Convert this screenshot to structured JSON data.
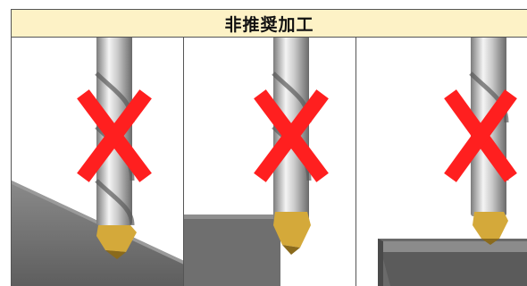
{
  "header": {
    "title": "非推奨加工"
  },
  "panels": [
    {
      "workpiece": "inclined-surface",
      "marker": "cross-mark"
    },
    {
      "workpiece": "edge-surface",
      "marker": "cross-mark"
    },
    {
      "workpiece": "thin-plate-surface",
      "marker": "cross-mark"
    }
  ],
  "colors": {
    "header_bg": "#fdf2c6",
    "cross": "#ff1f1f",
    "workpiece": "#6f6f6f",
    "insert": "#d4a93a"
  }
}
